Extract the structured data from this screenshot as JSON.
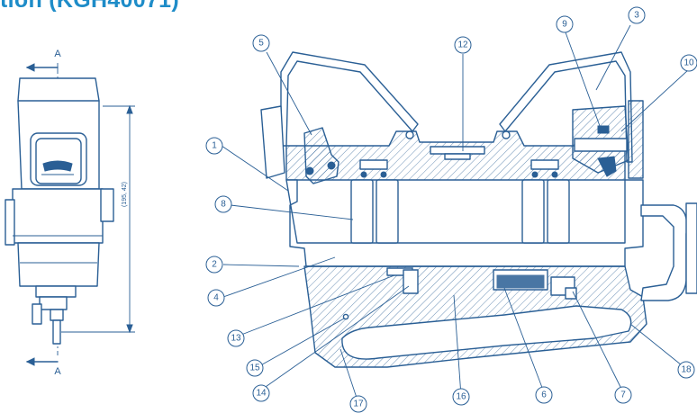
{
  "title": "tion (KGH40071)",
  "section_marks": {
    "top": "A",
    "bottom": "A"
  },
  "dimension_label": "(195, 42)",
  "callouts": [
    "1",
    "2",
    "3",
    "4",
    "5",
    "6",
    "7",
    "8",
    "9",
    "10",
    "12",
    "13",
    "14",
    "15",
    "16",
    "17",
    "18"
  ],
  "colors": {
    "title": "#1e8cc8",
    "line": "#2a5f95"
  }
}
